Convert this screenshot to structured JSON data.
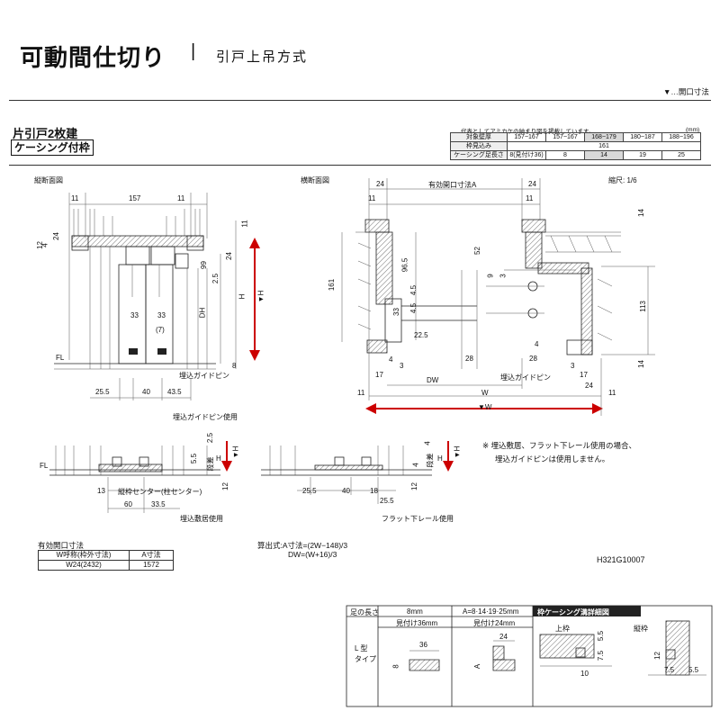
{
  "header": {
    "title": "可動間仕切り",
    "separator": "|",
    "subtitle": "引戸上吊方式",
    "legend": "▼…開口寸法"
  },
  "type": {
    "title": "片引戸2枚建",
    "badge": "ケーシング付枠"
  },
  "spec_table": {
    "caption": "代表としてアミカケの納まり図を掲載しています。",
    "unit": "(mm)",
    "rows": [
      [
        "対象壁厚",
        "157~167",
        "157~167",
        "168~179",
        "180~187",
        "188~196"
      ],
      [
        "枠見込み",
        "161"
      ],
      [
        "ケーシング足長さ",
        "8(見付け36)",
        "8",
        "14",
        "19",
        "25"
      ]
    ]
  },
  "sections": {
    "vertical": "縦断面図",
    "horizontal": "横断面図",
    "scale": "縮尺: 1/6"
  },
  "vertical_dims": {
    "d11a": "11",
    "d157": "157",
    "d11b": "11",
    "d11c": "11",
    "d4": "4",
    "d12": "12",
    "d24": "24",
    "d99": "99",
    "d24b": "24",
    "d25": "2.5",
    "h": "H",
    "dh": "DH",
    "hv": "▼H",
    "d33a": "33",
    "d33b": "33",
    "d7": "(7)",
    "d8": "8",
    "fl": "FL",
    "pin": "埋込ガイドピン",
    "d255": "25.5",
    "d40": "40",
    "d435": "43.5"
  },
  "horizontal_dims": {
    "d24a": "24",
    "d24b": "24",
    "d11a": "11",
    "d11b": "11",
    "effective": "有効開口寸法A",
    "d14a": "14",
    "d161": "161",
    "d965": "96.5",
    "d52": "52",
    "d33": "33",
    "d45a": "4.5",
    "d45b": "4.5",
    "d225": "22.5",
    "d9": "9",
    "d3": "3",
    "d113": "113",
    "d4a": "4",
    "d17": "17",
    "d3b": "3",
    "d28a": "28",
    "d28b": "28",
    "d4b": "4",
    "d3c": "3",
    "d17b": "17",
    "d14b": "14",
    "dw": "DW",
    "pin": "埋込ガイドピン",
    "d24c": "24",
    "d11c": "11",
    "w": "W",
    "d11d": "11",
    "wv": "▼W"
  },
  "detail_pin": {
    "caption": "埋込ガイドピン使用",
    "d25": "2.5",
    "step": "段差",
    "d55": "5.5",
    "h": "H",
    "hv": "▼H",
    "d12": "12",
    "fl": "FL",
    "d13": "13",
    "center": "縦枠センター(柱センター)",
    "d60": "60",
    "d335": "33.5",
    "sill": "埋込敷居使用"
  },
  "detail_rail": {
    "d4": "4",
    "step": "段差",
    "d4b": "4",
    "h": "H",
    "hv": "▼H",
    "d12": "12",
    "d255": "25.5",
    "d40": "40",
    "d18": "18",
    "d255b": "25.5",
    "rail": "フラット下レール使用"
  },
  "note": {
    "line1": "※ 埋込敷居、フラット下レール使用の場合、",
    "line2": "埋込ガイドピンは使用しません。"
  },
  "opening_table": {
    "title": "有効開口寸法",
    "headers": [
      "W呼称(枠外寸法)",
      "A寸法"
    ],
    "rows": [
      [
        "W24(2432)",
        "1572"
      ]
    ]
  },
  "formula": {
    "line1": "算出式:A寸法=(2W−148)/3",
    "line2": "DW=(W+16)/3"
  },
  "drawing_code": "H321G10007",
  "casing_table": {
    "leg_label": "足の長さ",
    "col1": "8mm",
    "col2": "A=8·14·19·25mm",
    "col1_sub": "見付け36mm",
    "col2_sub": "見付け24mm",
    "row_label1": "L 型",
    "row_label2": "タイプ",
    "d36": "36",
    "d8": "8",
    "d24": "24",
    "dA": "A",
    "detail_title": "枠ケーシング溝詳細図",
    "upper": "上枠",
    "vertical": "縦枠",
    "u55": "5.5",
    "u75": "7.5",
    "u10": "10",
    "v12": "12",
    "v75": "7.5",
    "v55": "5.5"
  },
  "colors": {
    "dimension_arrow": "#cc0000",
    "highlight": "#d9d9d9"
  }
}
